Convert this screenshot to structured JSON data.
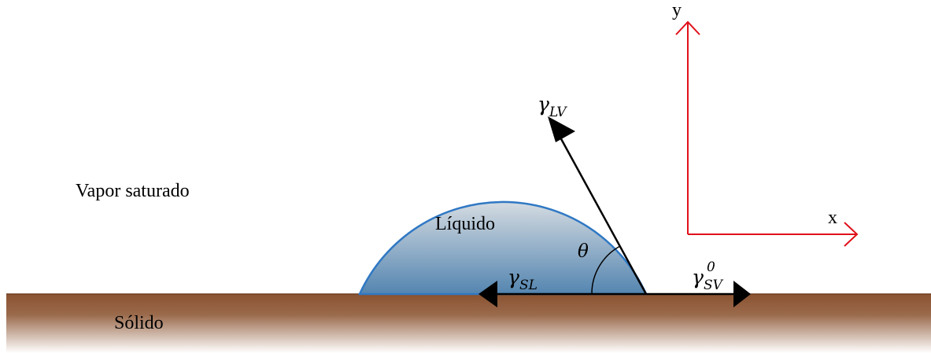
{
  "labels": {
    "vapor": "Vapor saturado",
    "liquid": "Líquido",
    "solid": "Sólido",
    "axis_x": "x",
    "axis_y": "y",
    "angle": "θ"
  },
  "forces": {
    "lv": {
      "symbol": "γ",
      "sub": "LV"
    },
    "sl": {
      "symbol": "γ",
      "sub": "SL"
    },
    "sv": {
      "symbol": "γ",
      "sub": "SV",
      "sup": "0"
    }
  },
  "colors": {
    "axes": "#e0101a",
    "drop_top": "#cdd5dc",
    "drop_bottom": "#5a8ab4",
    "drop_outline": "#2f78c4",
    "solid_top": "#8a5230",
    "solid_bottom": "#ffffff",
    "vectors": "#000000"
  }
}
